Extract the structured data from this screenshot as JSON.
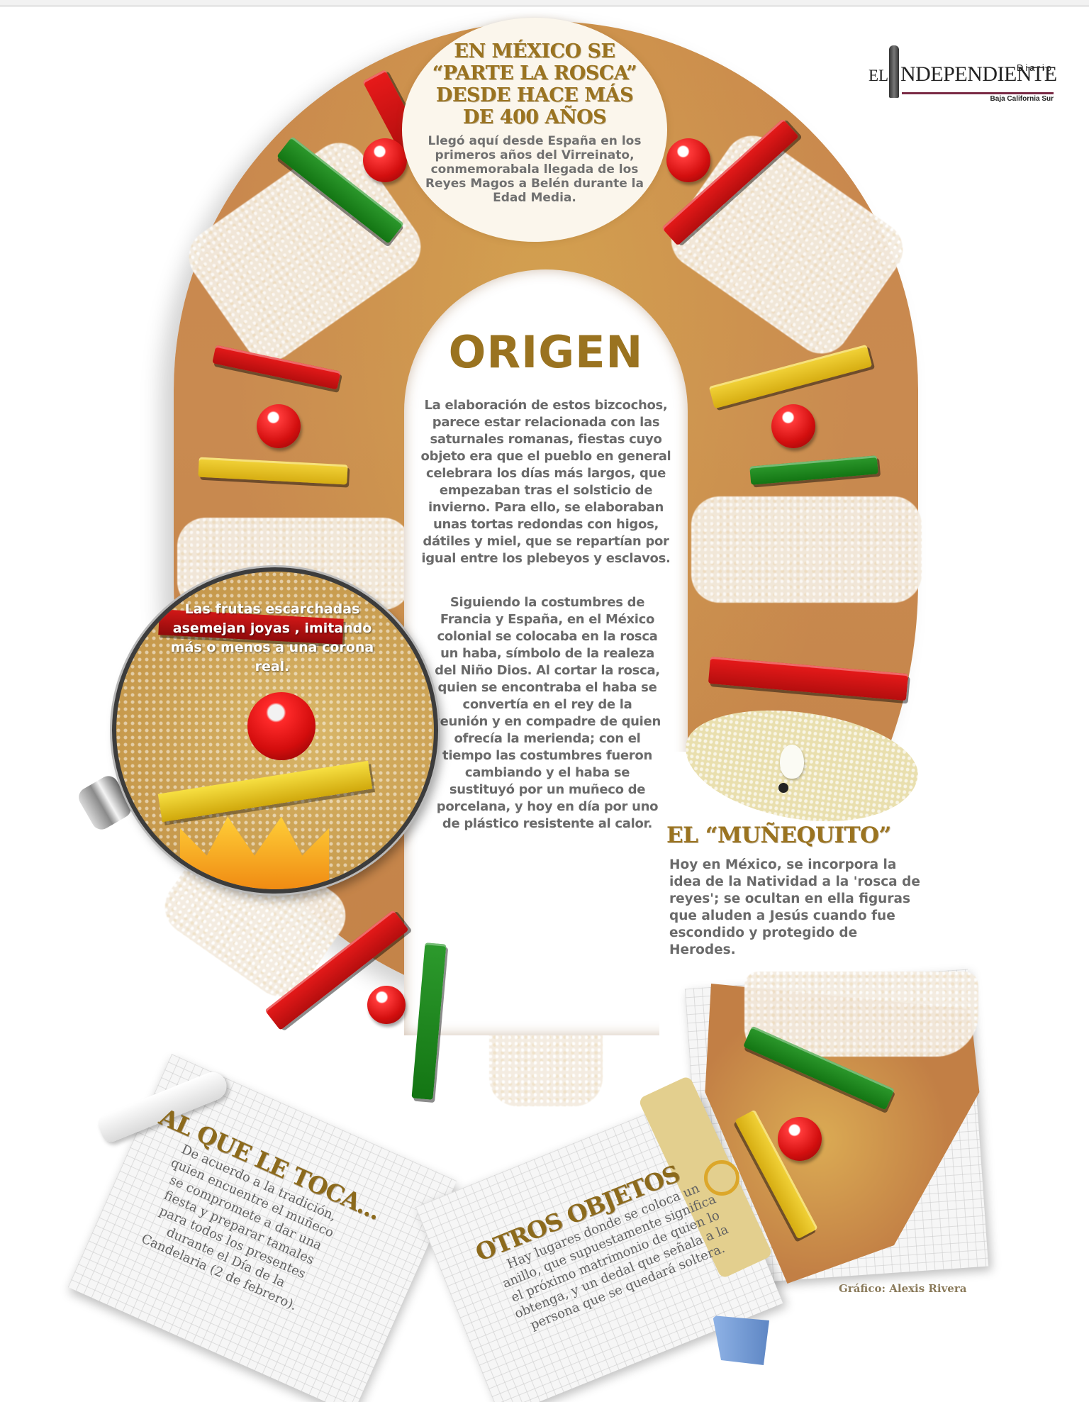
{
  "page": {
    "background": "#ffffff",
    "accent_gold": "#9a7320",
    "body_text_color": "#6a6a6a"
  },
  "logo": {
    "prefix": "EL",
    "name": "NDEPENDIENTE",
    "full_name": "EL INDEPENDIENTE",
    "overline": "Diario",
    "subtitle": "Baja California Sur",
    "rule_color": "#7a2a45"
  },
  "top_circle": {
    "title_lines": [
      "EN MÉXICO SE",
      "“PARTE LA ROSCA”",
      "DESDE HACE MÁS",
      "DE 400 AÑOS"
    ],
    "title": "EN MÉXICO SE “PARTE LA ROSCA” DESDE HACE MÁS DE 400 AÑOS",
    "body": "Llegó aquí desde España en los primeros años del Virreinato, conmemorabala llegada de los Reyes Magos a Belén durante la Edad Media."
  },
  "origen": {
    "title": "ORIGEN",
    "paragraph_1": "La elaboración de estos bizcochos, parece estar relacionada con las saturnales romanas, fiestas cuyo objeto era que el pueblo en general celebrara los días más largos, que empezaban tras el solsticio de invierno. Para ello, se elaboraban unas tortas redondas con higos, dátiles y miel, que se repartían por igual entre los plebeyos y esclavos.",
    "paragraph_2": "Siguiendo la costumbres de Francia y España, en el México colonial se colocaba en la rosca un haba, símbolo de la realeza del Niño Dios. Al cortar la rosca, quien se encontraba el haba se convertía en el rey de la reunión y en compadre de quien ofrecía la merienda; con el tiempo las costumbres fueron cambiando y el haba se sustituyó por un muñeco de porcelana, y hoy en día por uno de plástico resistente al calor."
  },
  "magnifier": {
    "caption": "Las frutas escarchadas asemejan joyas , imitando más o menos a una corona real."
  },
  "munequito": {
    "title": "EL “MUÑEQUITO”",
    "body": "Hoy en México, se incorpora la idea de la Natividad a la 'rosca de reyes'; se ocultan en ella figuras que aluden a Jesús cuando fue escondido y protegido de Herodes."
  },
  "al_que_le_toca": {
    "title": "AL QUE LE TOCA...",
    "body": "De acuerdo a la tradición, quien encuentre el muñeco se compromete a dar una fiesta y preparar tamales para todos los presentes durante el Día de la Candelaria (2 de febrero)."
  },
  "otros_objetos": {
    "title": "OTROS OBJETOS",
    "body": "Hay lugares donde se coloca un anillo, que supuestamente significa el próximo matrimonio de quien lo obtenga, y un dedal que señala a la persona que se quedará soltera."
  },
  "credit": "Gráfico: Alexis Rivera",
  "icons": {
    "magnifier": "magnifying-glass-icon",
    "crown": "crown-icon",
    "figurine": "baby-figurine-icon",
    "ring": "ring-icon",
    "thimble": "thimble-icon"
  }
}
